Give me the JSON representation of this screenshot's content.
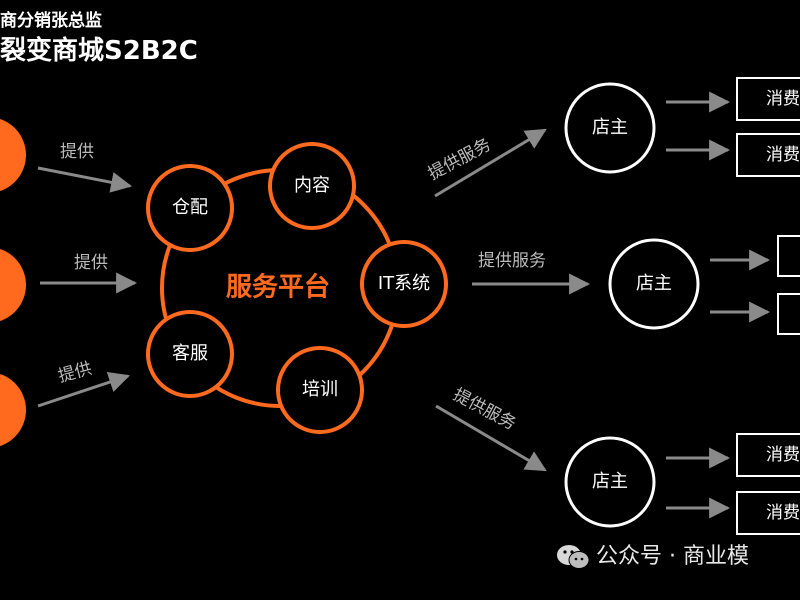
{
  "header": {
    "line1": "商分销张总监",
    "line2": "裂变商城S2B2C"
  },
  "platform": {
    "center_label": "服务平台",
    "nodes": [
      "仓配",
      "内容",
      "IT系统",
      "培训",
      "客服"
    ]
  },
  "suppliers": {
    "arrow_labels": [
      "提供",
      "提供",
      "提供"
    ],
    "labels": [
      "",
      "",
      ""
    ]
  },
  "service_arrows": [
    "提供服务",
    "提供服务",
    "提供服务"
  ],
  "stores": [
    {
      "label": "店主",
      "consumers": [
        "消费",
        "消费"
      ]
    },
    {
      "label": "店主",
      "consumers": [
        "",
        ""
      ]
    },
    {
      "label": "店主",
      "consumers": [
        "消费",
        "消费"
      ]
    }
  ],
  "watermark": {
    "text": "公众号 · 商业模",
    "icon": "wechat-icon"
  },
  "colors": {
    "accent": "#ff6a1f",
    "arrow": "#8a8a8a",
    "background": "#000000"
  }
}
